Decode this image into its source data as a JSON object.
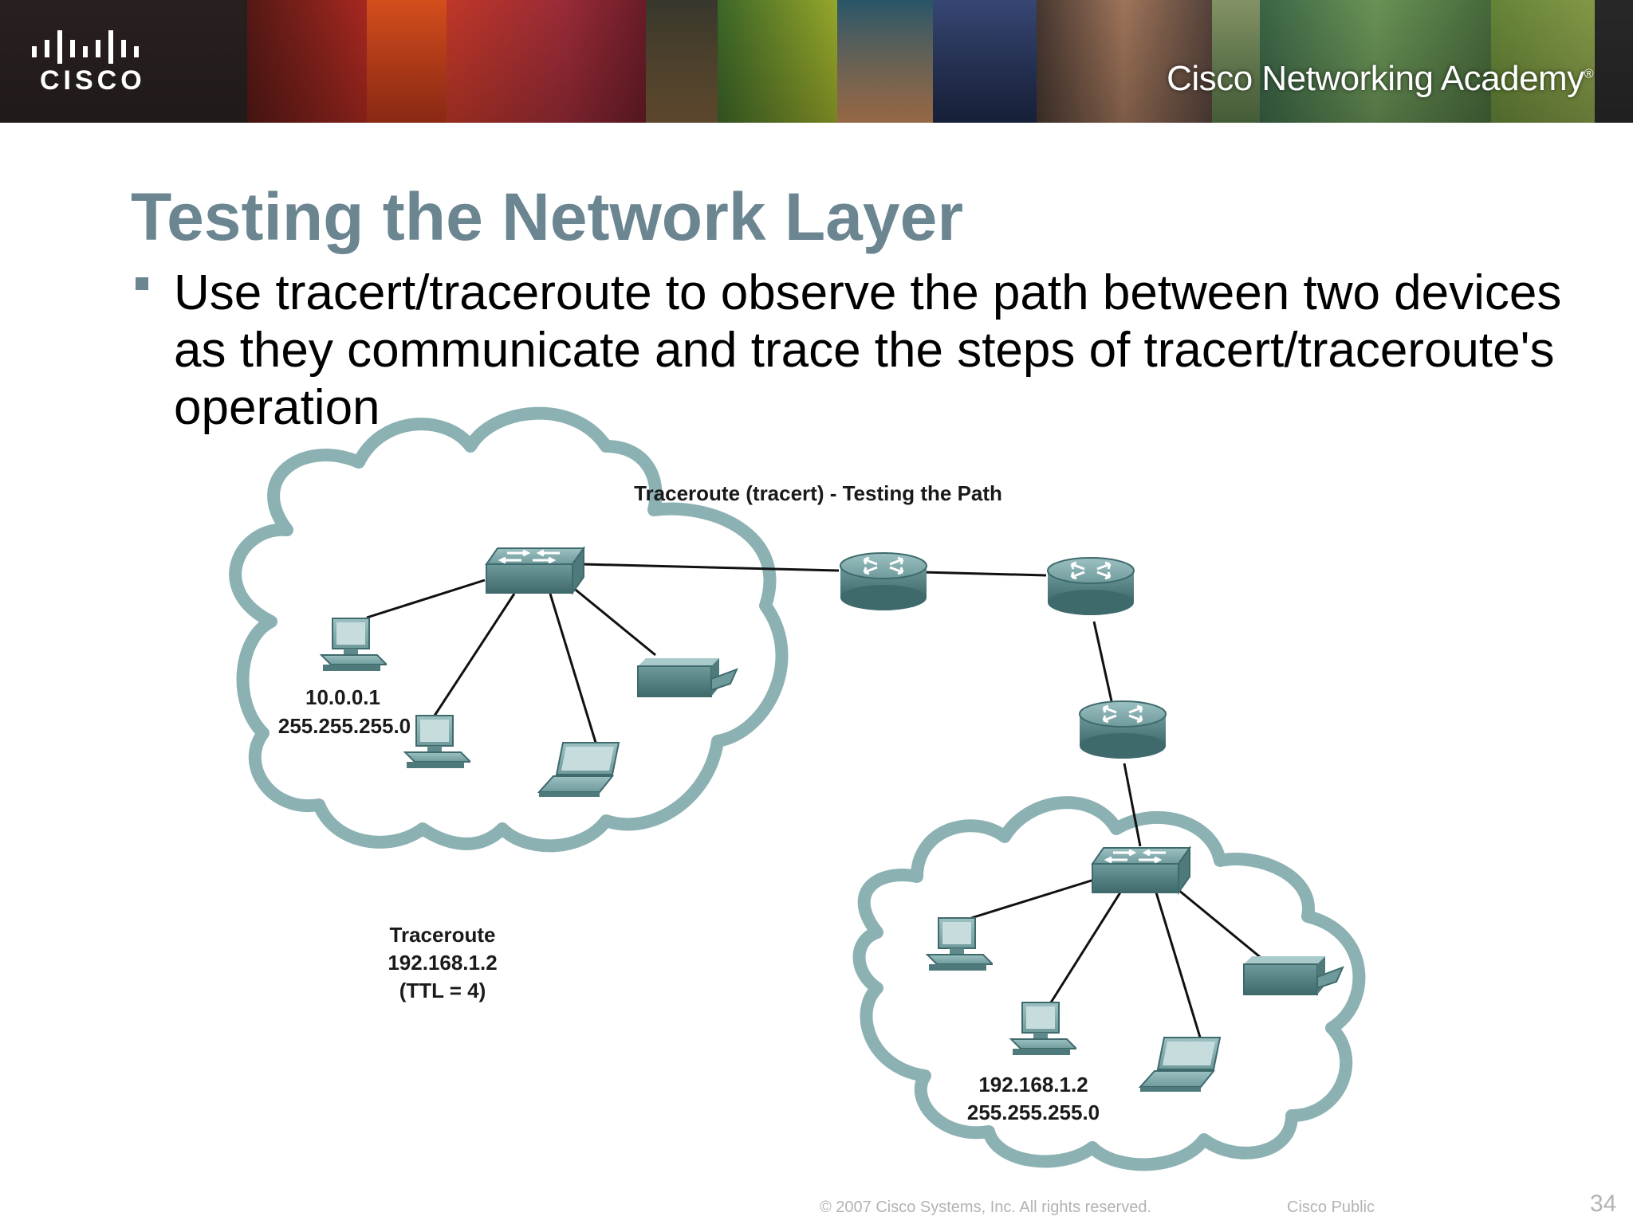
{
  "banner": {
    "logo_word": "CISCO",
    "academy": "Cisco Networking Academy",
    "academy_mark": "®"
  },
  "slide": {
    "title": "Testing the Network Layer",
    "bullet": "Use tracert/traceroute to observe the path between two devices as they communicate and trace the steps of tracert/traceroute's operation"
  },
  "diagram": {
    "title": "Traceroute (tracert) - Testing the Path",
    "source_host": {
      "ip": "10.0.0.1",
      "mask": "255.255.255.0"
    },
    "destination_host": {
      "ip": "192.168.1.2",
      "mask": "255.255.255.0"
    },
    "command": {
      "line1": "Traceroute",
      "line2": "192.168.1.2",
      "line3": "(TTL = 4)"
    }
  },
  "footer": {
    "copyright": "© 2007 Cisco Systems, Inc. All rights reserved.",
    "classification": "Cisco Public",
    "slide_number": "34"
  },
  "colors": {
    "title": "#6b8591",
    "device": "#6f9a9c",
    "cloud": "#7fa9aa"
  }
}
